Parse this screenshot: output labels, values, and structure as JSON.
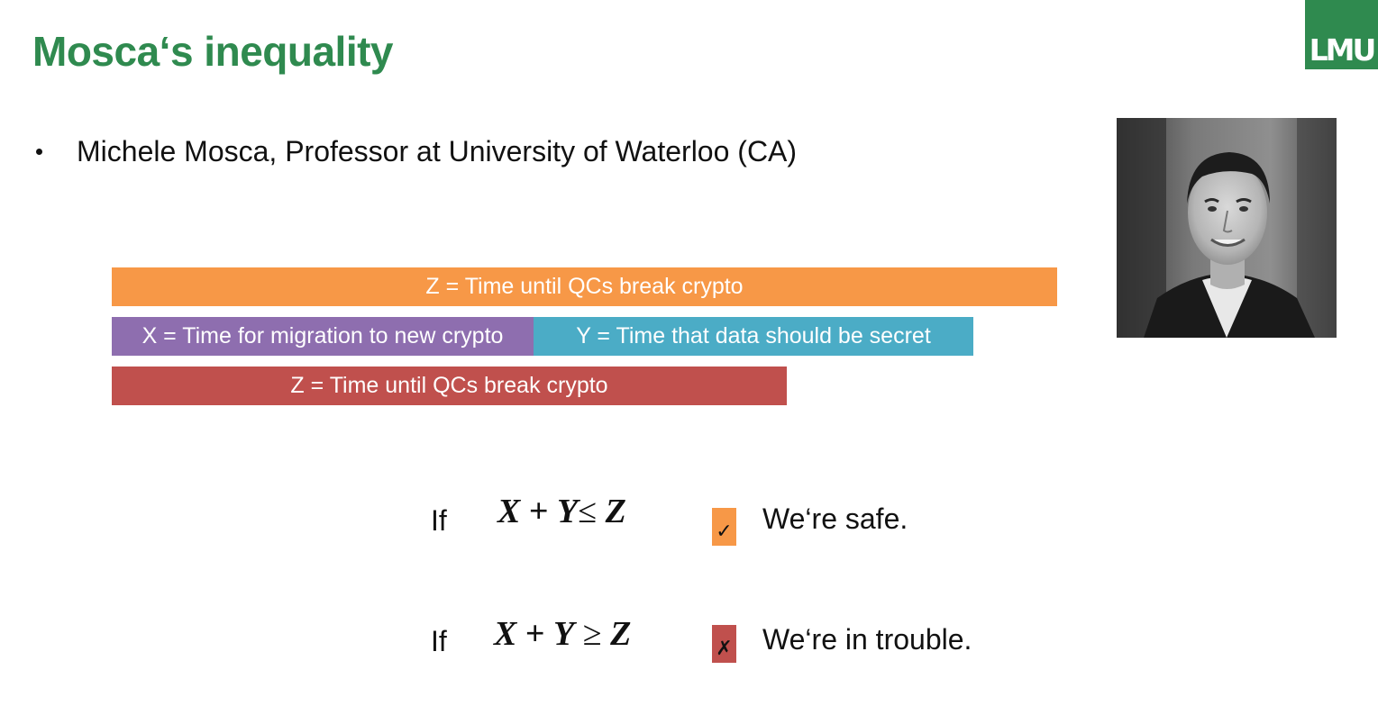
{
  "slide": {
    "title": "Mosca‘s inequality",
    "logo_text": "LMU",
    "bullet": "Michele Mosca, Professor at University of Waterloo (CA)"
  },
  "bars": {
    "z_top": "Z = Time until QCs break crypto",
    "x": "X = Time for migration to new crypto",
    "y": "Y = Time that data should be secret",
    "z_bottom": "Z = Time until QCs break crypto"
  },
  "conditions": [
    {
      "if_label": "If",
      "lhs_x": "X",
      "plus": "+",
      "lhs_y": "Y",
      "op": "≤",
      "rhs": "Z",
      "mark": "✓",
      "result": "We‘re safe."
    },
    {
      "if_label": "If",
      "lhs_x": "X",
      "plus": "+",
      "lhs_y": "Y",
      "op": "≥",
      "rhs": "Z",
      "mark": "✗",
      "result": "We‘re in trouble."
    }
  ],
  "colors": {
    "brand_green": "#2f8a4f",
    "orange": "#f79847",
    "purple": "#8e6eaf",
    "teal": "#4bacc6",
    "red": "#c0504d"
  }
}
